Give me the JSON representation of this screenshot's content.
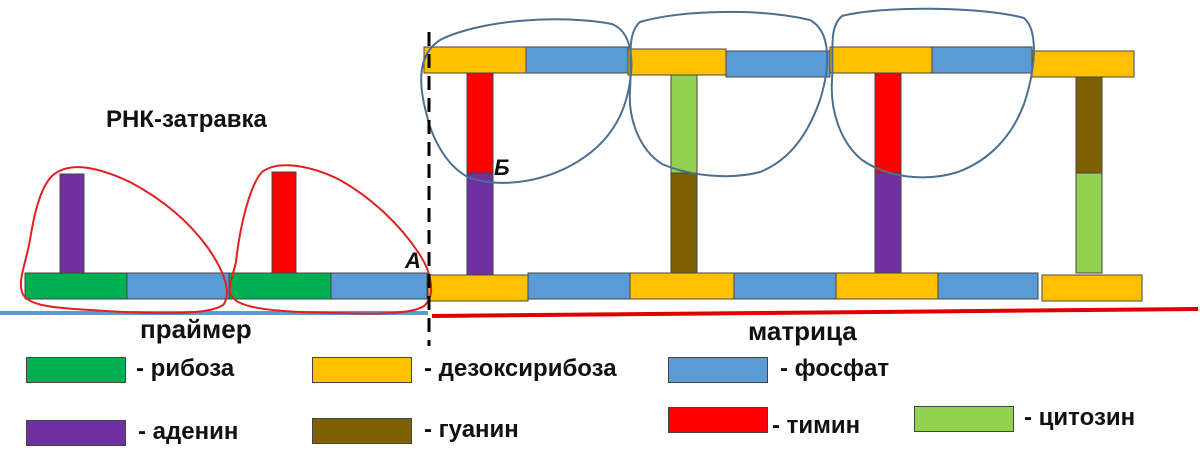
{
  "labels": {
    "primer_title": "РНК-затравка",
    "primer": "праймер",
    "template": "матрица",
    "point_a": "А",
    "point_b": "Б"
  },
  "legend": [
    {
      "key": "ribose",
      "text": "- рибоза",
      "color": "#00b050"
    },
    {
      "key": "deoxyribose",
      "text": "- дезоксирибоза",
      "color": "#ffc000"
    },
    {
      "key": "phosphate",
      "text": "- фосфат",
      "color": "#5b9bd5"
    },
    {
      "key": "adenine",
      "text": "- аденин",
      "color": "#7030a0"
    },
    {
      "key": "guanine",
      "text": "- гуанин",
      "color": "#7f6000"
    },
    {
      "key": "thymine",
      "text": "- тимин",
      "color": "#ff0000"
    },
    {
      "key": "cytosine",
      "text": "- цитозин",
      "color": "#92d050"
    }
  ],
  "colors": {
    "primer_outline": "#e02020",
    "template_outline": "#4a6f91",
    "primer_line": "#5b9bd5",
    "template_line": "#e00000",
    "divider": "#000000"
  }
}
